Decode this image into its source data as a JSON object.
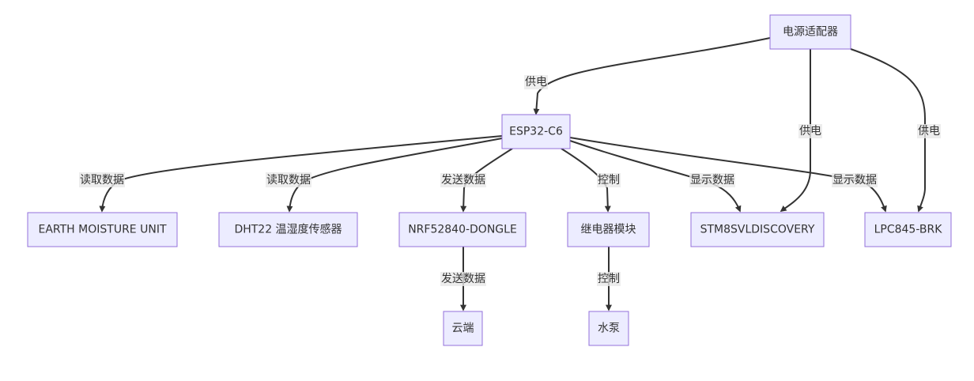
{
  "diagram": {
    "type": "flowchart",
    "nodes": [
      {
        "id": "power",
        "label": "电源适配器"
      },
      {
        "id": "esp",
        "label": "ESP32-C6"
      },
      {
        "id": "earth",
        "label": "EARTH MOISTURE UNIT"
      },
      {
        "id": "dht",
        "label": "DHT22 温湿度传感器"
      },
      {
        "id": "nrf",
        "label": "NRF52840-DONGLE"
      },
      {
        "id": "relay",
        "label": "继电器模块"
      },
      {
        "id": "stm",
        "label": "STM8SVLDISCOVERY"
      },
      {
        "id": "lpc",
        "label": "LPC845-BRK"
      },
      {
        "id": "cloud",
        "label": "云端"
      },
      {
        "id": "pump",
        "label": "水泵"
      }
    ],
    "edges": [
      {
        "id": "e1",
        "from": "power",
        "to": "esp",
        "label": "供电"
      },
      {
        "id": "e2",
        "from": "power",
        "to": "stm",
        "label": "供电"
      },
      {
        "id": "e3",
        "from": "power",
        "to": "lpc",
        "label": "供电"
      },
      {
        "id": "e4",
        "from": "esp",
        "to": "earth",
        "label": "读取数据"
      },
      {
        "id": "e5",
        "from": "esp",
        "to": "dht",
        "label": "读取数据"
      },
      {
        "id": "e6",
        "from": "esp",
        "to": "nrf",
        "label": "发送数据"
      },
      {
        "id": "e7",
        "from": "esp",
        "to": "relay",
        "label": "控制"
      },
      {
        "id": "e8",
        "from": "esp",
        "to": "stm",
        "label": "显示数据"
      },
      {
        "id": "e9",
        "from": "esp",
        "to": "lpc",
        "label": "显示数据"
      },
      {
        "id": "e10",
        "from": "nrf",
        "to": "cloud",
        "label": "发送数据"
      },
      {
        "id": "e11",
        "from": "relay",
        "to": "pump",
        "label": "控制"
      }
    ]
  },
  "colors": {
    "node_fill": "#ECECFF",
    "node_stroke": "#9370DB",
    "edge": "#333333",
    "label_bg": "#e8e8e8",
    "text": "#333333"
  }
}
